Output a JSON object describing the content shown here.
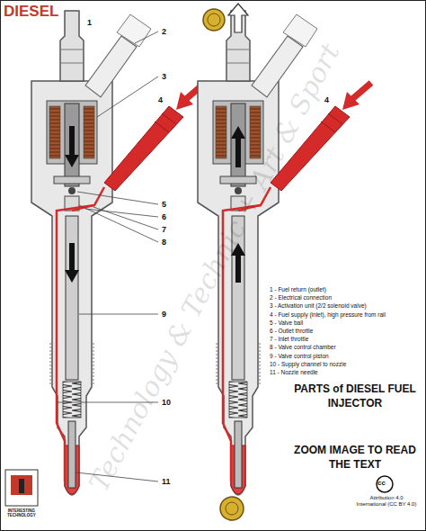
{
  "diagram": {
    "title": "PARTS of DIESEL FUEL INJECTOR",
    "caption": "ZOOM IMAGE TO READ THE TEXT",
    "labels": [
      "DIESEL",
      "1",
      "2",
      "3",
      "4",
      "4",
      "5",
      "6",
      "7",
      "8",
      "9",
      "1 - Fuel return (outlet)",
      "2 - Electrical connection",
      "3 - Activation unit (2/2 solenoid valve)",
      "4 - Fuel supply (inlet), high pressure from rail",
      "5 - Valve ball",
      "6 - Outlet throttle",
      "7 - Inlet throttle",
      "8 - Valve control chamber",
      "9 - Valve control piston",
      "10 - Supply channel to nozzle",
      "11 - Nozzle needle",
      "10",
      "11",
      "cc",
      "Attribution 4.0 International (CC BY 4.0)",
      "INTERESTING TECHNOLOGY",
      "Technology & Technic + Art & Sport"
    ]
  }
}
